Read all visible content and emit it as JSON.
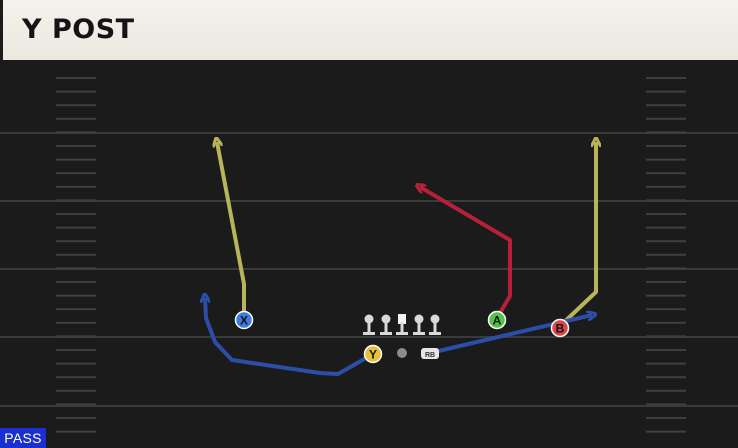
{
  "play": {
    "title": "Y POST",
    "play_type": "PASS"
  },
  "colors": {
    "field": "#1b1b1b",
    "yard_line": "#3a3a3a",
    "hash": "#3f3f3f",
    "route_yellow": "#b9b45a",
    "route_red": "#b8203a",
    "route_blue": "#2c4ea8",
    "badge": "#1a2fd1"
  },
  "receivers": [
    {
      "key": "x",
      "label": "X",
      "color": "#3d7be0",
      "icon": "x-button-icon"
    },
    {
      "key": "a",
      "label": "A",
      "color": "#55c34a",
      "icon": "a-button-icon"
    },
    {
      "key": "b",
      "label": "B",
      "color": "#d84a4a",
      "icon": "b-button-icon"
    },
    {
      "key": "y",
      "label": "Y",
      "color": "#e8c13a",
      "icon": "y-button-icon"
    }
  ],
  "backfield": {
    "rb_label": "RB",
    "qb_icon": "quarterback-dot-icon"
  },
  "line": {
    "linemen_count": 5
  }
}
